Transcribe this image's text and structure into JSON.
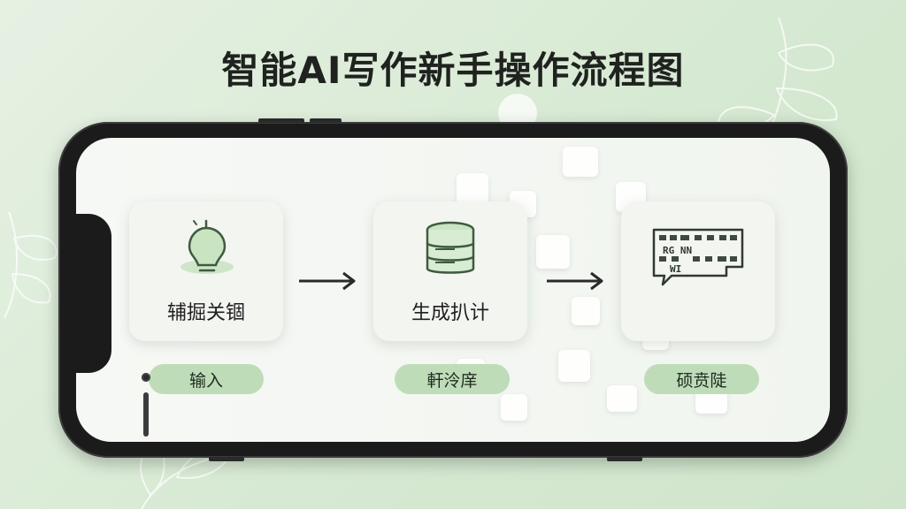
{
  "title": "智能AI写作新手操作流程图",
  "steps": [
    {
      "label": "辅掘关锢",
      "tag": "输入",
      "icon": "lightbulb-icon"
    },
    {
      "label": "生成扒计",
      "tag": "軒泠庠",
      "icon": "database-icon"
    },
    {
      "label": "",
      "tag": "硕贲陡",
      "icon": "chat-bubble-icon"
    }
  ],
  "bubble_text": {
    "row1": "RG  NN",
    "row2": "WI"
  },
  "colors": {
    "background": "#d6e9d2",
    "accent_green": "#bfdcb9",
    "icon_stroke": "#3f5b3f",
    "phone_frame": "#1b1b1b"
  }
}
